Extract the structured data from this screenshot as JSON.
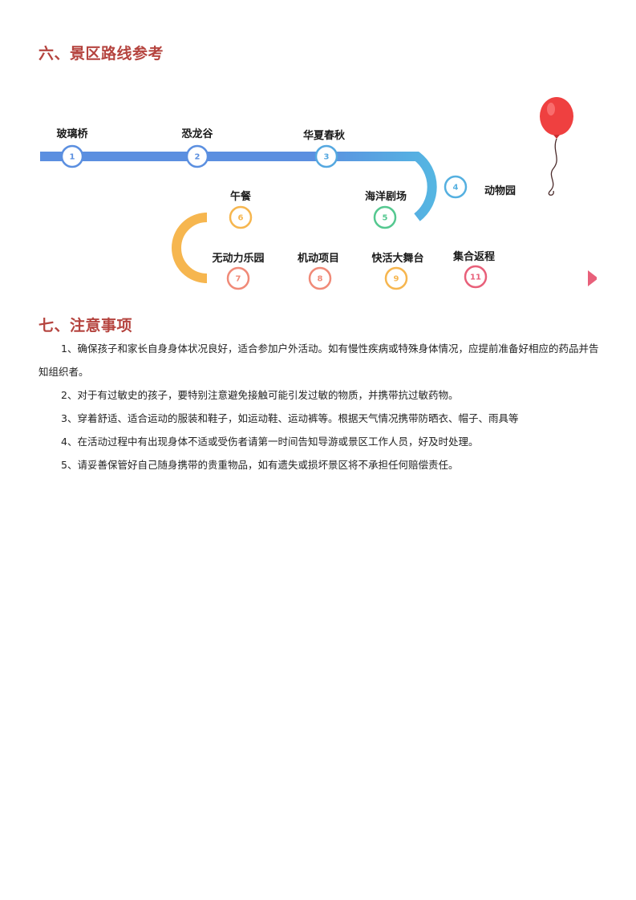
{
  "section6": {
    "title": "六、景区路线参考"
  },
  "route": {
    "stops": [
      {
        "num": "1",
        "label": "玻璃桥",
        "color": "#5b8fe0"
      },
      {
        "num": "2",
        "label": "恐龙谷",
        "color": "#5b8fe0"
      },
      {
        "num": "3",
        "label": "华夏春秋",
        "color": "#55a8e0"
      },
      {
        "num": "4",
        "label": "动物园",
        "color": "#55b0e0"
      },
      {
        "num": "5",
        "label": "海洋剧场",
        "color": "#55c890"
      },
      {
        "num": "6",
        "label": "午餐",
        "color": "#f6b64f"
      },
      {
        "num": "7",
        "label": "无动力乐园",
        "color": "#f08a78"
      },
      {
        "num": "8",
        "label": "机动项目",
        "color": "#f08a78"
      },
      {
        "num": "9",
        "label": "快活大舞台",
        "color": "#f6b64f"
      },
      {
        "num": "11",
        "label": "集合返程",
        "color": "#e8607a"
      }
    ],
    "balloon_color": "#ef4040"
  },
  "section7": {
    "title": "七、注意事项",
    "items": [
      "1、确保孩子和家长自身身体状况良好，适合参加户外活动。如有慢性疾病或特殊身体情况，应提前准备好相应的药品并告知组织者。",
      "2、对于有过敏史的孩子，要特别注意避免接触可能引发过敏的物质，并携带抗过敏药物。",
      "3、穿着舒适、适合运动的服装和鞋子，如运动鞋、运动裤等。根据天气情况携带防晒衣、帽子、雨具等",
      "4、在活动过程中有出现身体不适或受伤者请第一时间告知导游或景区工作人员，好及时处理。",
      "5、请妥善保管好自己随身携带的贵重物品，如有遗失或损坏景区将不承担任何赔偿责任。"
    ]
  }
}
